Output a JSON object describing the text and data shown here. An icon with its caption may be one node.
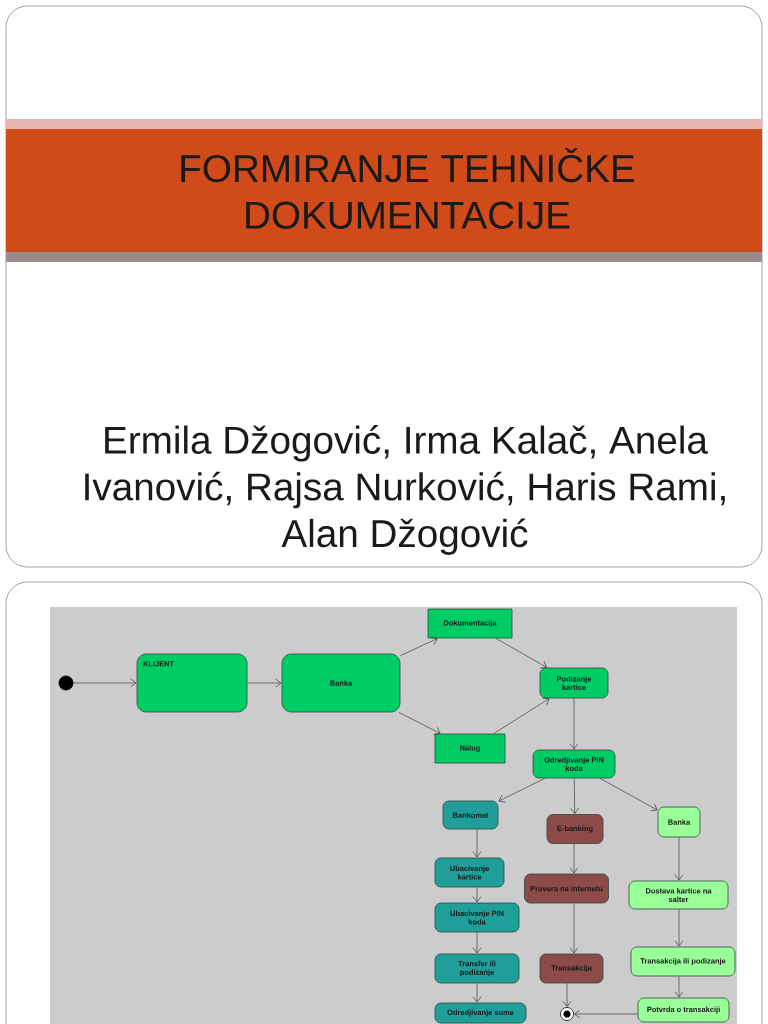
{
  "diagram": {
    "title": "FORMIRANJE TEHNIČKE DOKUMENTACIJE",
    "nodes": [
      {
        "text": [],
        "shape": "circle"
      },
      {
        "text": [
          "KLIJENT"
        ]
      },
      {
        "text": [
          "Banka"
        ]
      },
      {
        "text": [
          "Dokumentacija"
        ]
      },
      {
        "text": [
          "Podizanje kartice"
        ]
      },
      {
        "text": [
          "Nalog"
        ]
      },
      {
        "text": [
          "Odredjivanje PIN koda"
        ]
      },
      {
        "text": [
          "Bankomat"
        ]
      },
      {
        "text": [
          "E-banking"
        ]
      },
      {
        "text": [
          "Banka"
        ]
      },
      {
        "text": [
          "Ubacivanje kartice"
        ]
      },
      {
        "text": [
          "Provera na internetu"
        ]
      },
      {
        "text": [
          "Dostava kartice na salter"
        ]
      },
      {
        "text": [
          "Ubacivanje PIN koda"
        ]
      },
      {
        "text": [
          "Transakcija"
        ]
      },
      {
        "text": [
          "Transfer ili podizanje"
        ]
      },
      {
        "text": [
          "Transakcija ili podizanje"
        ]
      },
      {
        "text": [
          "Potvrda o transakciji"
        ]
      },
      {
        "text": [
          "Odredjivanje sume"
        ]
      },
      {
        "text": [],
        "shape": "circle"
      }
    ],
    "edges": [
      {
        "from": 0,
        "to": 1,
        "arrow": "to"
      },
      {
        "from": 1,
        "to": 2,
        "arrow": "to"
      },
      {
        "from": 2,
        "to": 3,
        "arrow": "to"
      },
      {
        "from": 2,
        "to": 5,
        "arrow": "to"
      },
      {
        "from": 3,
        "to": 4,
        "arrow": "to"
      },
      {
        "from": 5,
        "to": 4,
        "arrow": "to"
      },
      {
        "from": 4,
        "to": 6,
        "arrow": "to"
      },
      {
        "from": 6,
        "to": 7,
        "arrow": "to"
      },
      {
        "from": 6,
        "to": 8,
        "arrow": "to"
      },
      {
        "from": 6,
        "to": 9,
        "arrow": "to"
      },
      {
        "from": 7,
        "to": 10,
        "arrow": "to"
      },
      {
        "from": 10,
        "to": 13,
        "arrow": "to"
      },
      {
        "from": 13,
        "to": 15,
        "arrow": "to"
      },
      {
        "from": 15,
        "to": 18,
        "arrow": "to"
      },
      {
        "from": 8,
        "to": 11,
        "arrow": "to"
      },
      {
        "from": 11,
        "to": 14,
        "arrow": "to"
      },
      {
        "from": 14,
        "to": 19,
        "arrow": "to"
      },
      {
        "from": 9,
        "to": 12,
        "arrow": "to"
      },
      {
        "from": 12,
        "to": 16,
        "arrow": "to"
      },
      {
        "from": 16,
        "to": 17,
        "arrow": "to"
      },
      {
        "from": 17,
        "to": 19,
        "arrow": "to"
      }
    ],
    "labels": [
      "Ermila Džogović, Irma Kalač, Anela Ivanović, Rajsa Nurković, Haris Rami, Alan Džogović"
    ]
  }
}
